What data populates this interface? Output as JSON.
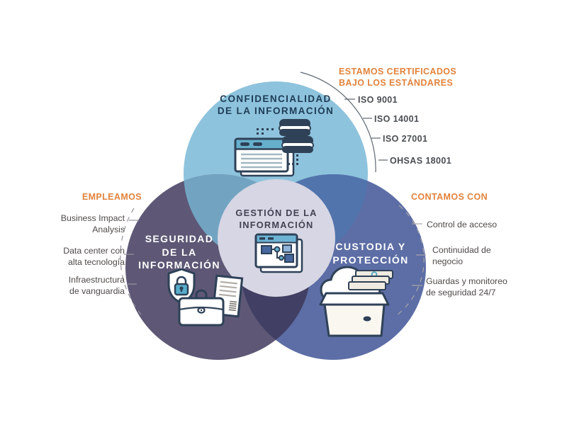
{
  "colors": {
    "circle_top": "#8ec3dd",
    "circle_left": "#5e5876",
    "circle_right": "#5d6ea6",
    "overlap_top_left": "#72a4c2",
    "overlap_top_right": "#5274ac",
    "overlap_bottom": "#413f63",
    "center_circle": "#d7d6e4",
    "accent_orange": "#e2833c",
    "title_navy": "#1e3c55",
    "list_text_gray": "#4e4a48",
    "icon_outline_navy": "#2e4157",
    "icon_teal": "#66b0cc"
  },
  "venn": {
    "top_circle": {
      "title": "CONFIDENCIALIDAD\nDE LA INFORMACIÓN",
      "icon": "database-browser-icon"
    },
    "left_circle": {
      "title": "SEGURIDAD\nDE LA\nINFORMACIÓN",
      "icon": "shield-briefcase-document-icon"
    },
    "right_circle": {
      "title": "CUSTODIA Y\nPROTECCIÓN",
      "icon": "cloud-archive-box-icon"
    },
    "center": {
      "title": "GESTIÓN DE LA\nINFORMACIÓN",
      "icon": "flowchart-window-icon"
    }
  },
  "annotations": {
    "certifications": {
      "heading": "ESTAMOS CERTIFICADOS\nBAJO LOS ESTÁNDARES",
      "items": [
        "ISO 9001",
        "ISO 14001",
        "ISO 27001",
        "OHSAS 18001"
      ]
    },
    "empleamos": {
      "heading": "EMPLEAMOS",
      "items": [
        "Business Impact\nAnalysis",
        "Data center con\nalta tecnología",
        "Infraestructura\nde vanguardia"
      ]
    },
    "contamos": {
      "heading": "CONTAMOS CON",
      "items": [
        "Control de acceso",
        "Continuidad de\nnegocio",
        "Guardas y monitoreo\nde seguridad 24/7"
      ]
    }
  }
}
